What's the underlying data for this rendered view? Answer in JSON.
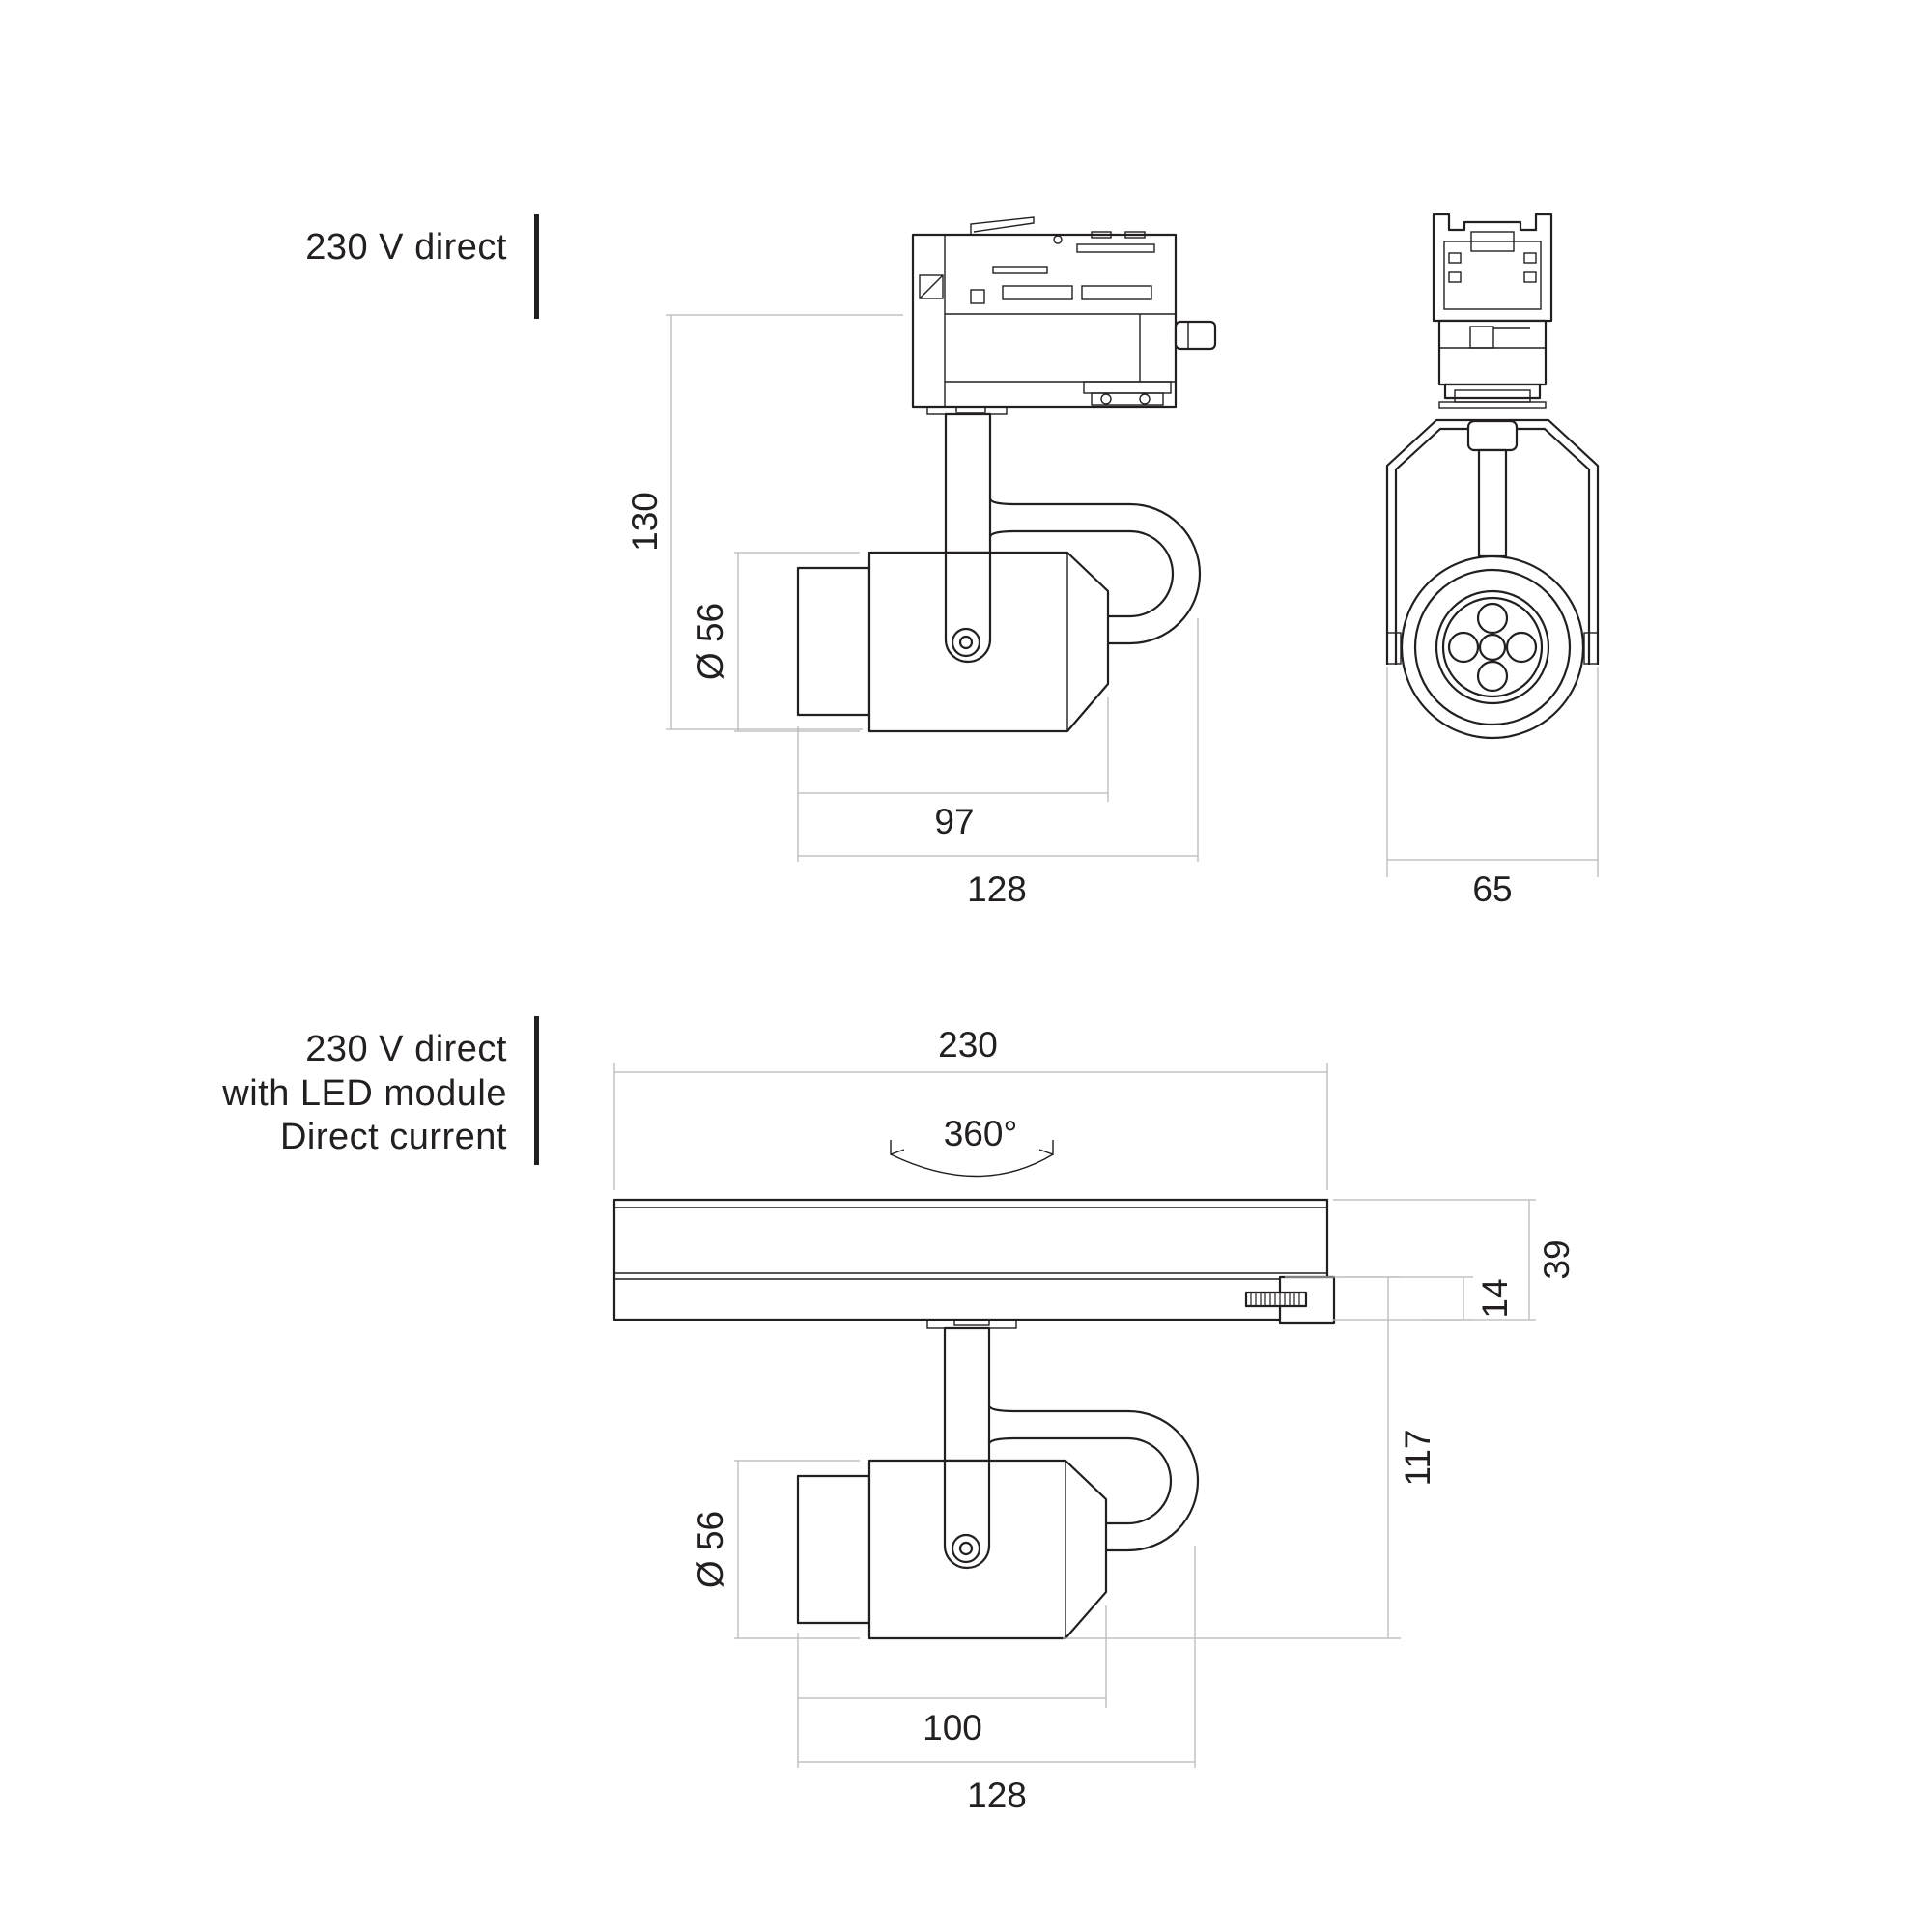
{
  "sections": [
    {
      "lines": [
        "230 V direct"
      ]
    },
    {
      "lines": [
        "230 V direct",
        "with LED module",
        "Direct current"
      ]
    }
  ],
  "dimensions": {
    "top_height": "130",
    "top_diameter": "Ø 56",
    "top_body_length": "97",
    "top_total_length": "128",
    "top_front_width": "65",
    "bottom_track_length": "230",
    "bottom_rotation": "360°",
    "bottom_track_height": "39",
    "bottom_adapter_height": "14",
    "bottom_height": "117",
    "bottom_diameter": "Ø 56",
    "bottom_body_length": "100",
    "bottom_total_length": "128"
  },
  "colors": {
    "line": "#231f20",
    "dimension_line": "#b8b8b8",
    "background": "#ffffff"
  }
}
